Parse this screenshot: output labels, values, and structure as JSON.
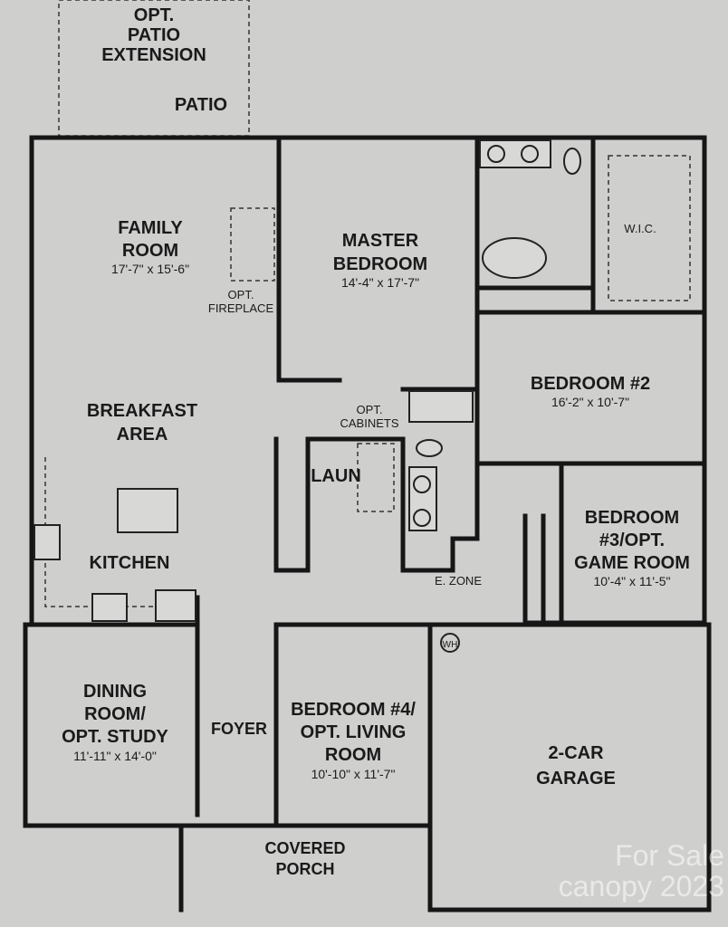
{
  "rooms": {
    "patio_ext": {
      "l1": "OPT.",
      "l2": "PATIO",
      "l3": "EXTENSION"
    },
    "patio": "PATIO",
    "family": {
      "name": "FAMILY",
      "name2": "ROOM",
      "dim": "17'-7\" x 15'-6\""
    },
    "fireplace": {
      "l1": "OPT.",
      "l2": "FIREPLACE"
    },
    "master": {
      "name": "MASTER",
      "name2": "BEDROOM",
      "dim": "14'-4\" x 17'-7\""
    },
    "wic": "W.I.C.",
    "bed2": {
      "name": "BEDROOM #2",
      "dim": "16'-2\" x 10'-7\""
    },
    "cabinets": {
      "l1": "OPT.",
      "l2": "CABINETS"
    },
    "breakfast": {
      "name": "BREAKFAST",
      "name2": "AREA"
    },
    "laun": "LAUN",
    "kitchen": "KITCHEN",
    "bed3": {
      "name": "BEDROOM",
      "name2": "#3/OPT.",
      "name3": "GAME ROOM",
      "dim": "10'-4\" x 11'-5\""
    },
    "ezone": "E. ZONE",
    "wh": "WH",
    "dining": {
      "name": "DINING",
      "name2": "ROOM/",
      "name3": "OPT. STUDY",
      "dim": "11'-11\" x 14'-0\""
    },
    "foyer": "FOYER",
    "bed4": {
      "name": "BEDROOM #4/",
      "name2": "OPT. LIVING",
      "name3": "ROOM",
      "dim": "10'-10\" x 11'-7\""
    },
    "garage": {
      "name": "2-CAR",
      "name2": "GARAGE"
    },
    "porch": {
      "name": "COVERED",
      "name2": "PORCH"
    }
  },
  "watermark": {
    "line1": "For Sale",
    "line2": "canopy 2023"
  },
  "colors": {
    "background": "#cfd0ce",
    "walls": "#161616"
  }
}
